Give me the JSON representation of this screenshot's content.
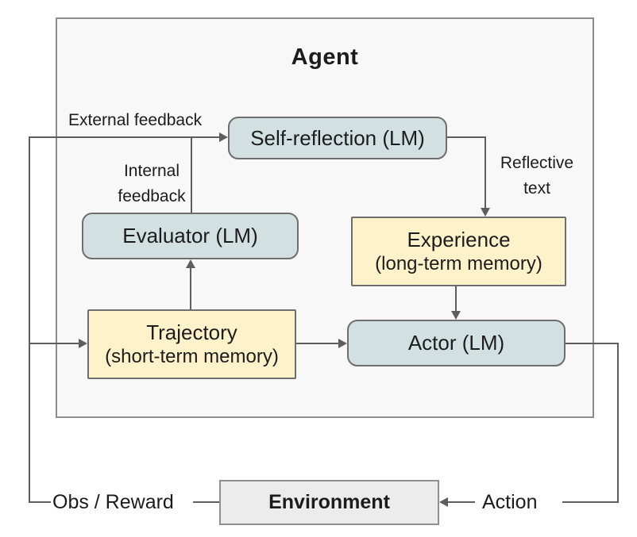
{
  "diagram": {
    "title": "Agent",
    "nodes": {
      "self_reflection": {
        "label": "Self-reflection (LM)",
        "color": "#d2e0e2"
      },
      "evaluator": {
        "label": "Evaluator (LM)",
        "color": "#d2e0e2"
      },
      "actor": {
        "label": "Actor (LM)",
        "color": "#d2e0e2"
      },
      "experience": {
        "label": "Experience",
        "sublabel": "(long-term memory)",
        "color": "#fdf2ca"
      },
      "trajectory": {
        "label": "Trajectory",
        "sublabel": "(short-term memory)",
        "color": "#fdf2ca"
      },
      "environment": {
        "label": "Environment",
        "color": "#ececec"
      }
    },
    "edge_labels": {
      "external_feedback": "External feedback",
      "internal_feedback": "Internal feedback",
      "reflective_text": "Reflective text",
      "obs_reward": "Obs / Reward",
      "action": "Action"
    },
    "colors": {
      "agent_background": "#f8f8f8",
      "line": "#5e5e5e"
    }
  }
}
